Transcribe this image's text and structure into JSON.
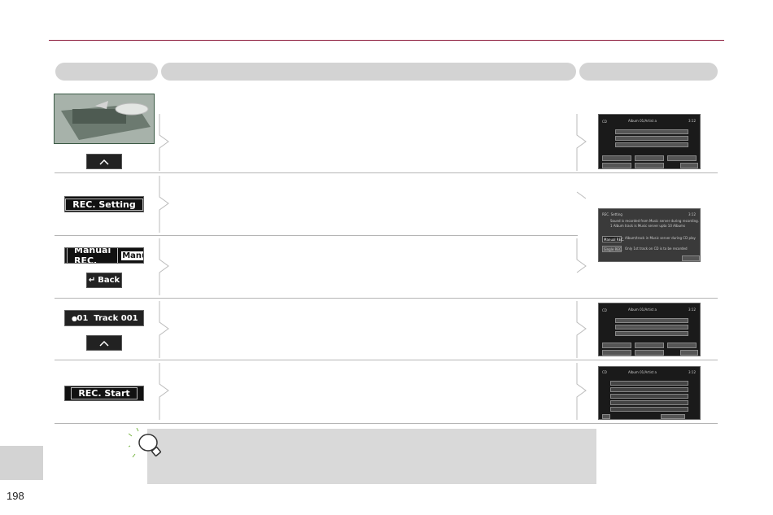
{
  "page": {
    "number": "198"
  },
  "rows": [
    {
      "button": "",
      "thumbnail": "album-screen"
    },
    {
      "button": "REC. Setting"
    },
    {
      "button": "Manual REC.",
      "overflow_text": "Manu",
      "secondary_button": "Back",
      "thumbnail": "rec-setting-screen"
    },
    {
      "button": "01  Track 001",
      "thumbnail": "album-screen"
    },
    {
      "button": "REC. Start",
      "thumbnail": "recording-screen"
    }
  ],
  "colors": {
    "accent_rule": "#8b1a3a",
    "pill": "#d3d3d3",
    "tip_box": "#d9d9d9"
  }
}
